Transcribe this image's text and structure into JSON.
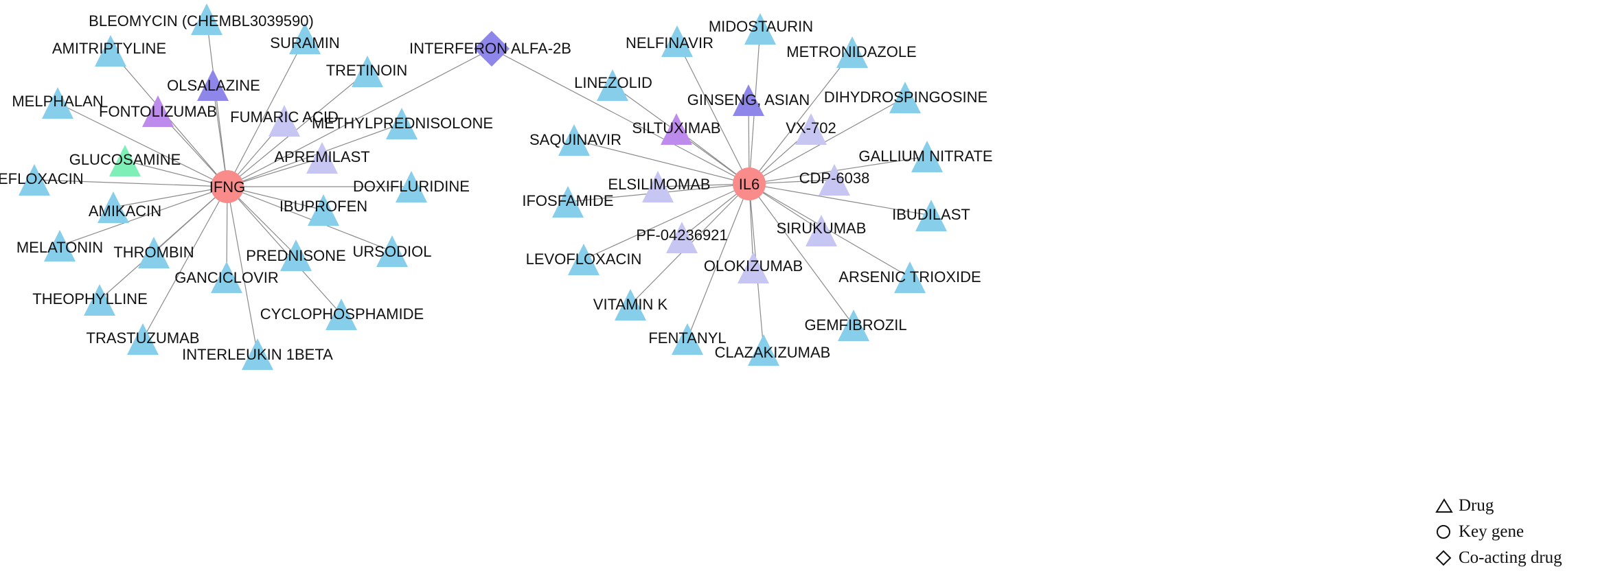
{
  "colors": {
    "drug": "#87CEEB",
    "drug_light_purple": "#C7C5F2",
    "drug_purple": "#8E86E8",
    "drug_violet": "#BD8BEB",
    "drug_green": "#7FEFB8",
    "co_acting": "#8E86E8",
    "gene": "#F98B8B",
    "edge": "#8a8a8a"
  },
  "hubs": [
    {
      "id": "IFNG",
      "label": "IFNG"
    },
    {
      "id": "IL6",
      "label": "IL6"
    }
  ],
  "co_acting": {
    "label": "INTERFERON ALFA-2B"
  },
  "drugs": [
    {
      "label": "BLEOMYCIN (CHEMBL3039590)",
      "color": "drug",
      "hub": "IFNG"
    },
    {
      "label": "AMITRIPTYLINE",
      "color": "drug",
      "hub": "IFNG"
    },
    {
      "label": "SURAMIN",
      "color": "drug",
      "hub": "IFNG"
    },
    {
      "label": "OLSALAZINE",
      "color": "drug_purple",
      "hub": "IFNG"
    },
    {
      "label": "TRETINOIN",
      "color": "drug",
      "hub": "IFNG"
    },
    {
      "label": "MELPHALAN",
      "color": "drug",
      "hub": "IFNG"
    },
    {
      "label": "FONTOLIZUMAB",
      "color": "drug_violet",
      "hub": "IFNG"
    },
    {
      "label": "FUMARIC ACID",
      "color": "drug_light_purple",
      "hub": "IFNG"
    },
    {
      "label": "METHYLPREDNISOLONE",
      "color": "drug",
      "hub": "IFNG"
    },
    {
      "label": "GLUCOSAMINE",
      "color": "drug_green",
      "hub": "IFNG"
    },
    {
      "label": "APREMILAST",
      "color": "drug_light_purple",
      "hub": "IFNG"
    },
    {
      "label": "PEFLOXACIN",
      "color": "drug",
      "hub": "IFNG"
    },
    {
      "label": "DOXIFLURIDINE",
      "color": "drug",
      "hub": "IFNG"
    },
    {
      "label": "AMIKACIN",
      "color": "drug",
      "hub": "IFNG"
    },
    {
      "label": "IBUPROFEN",
      "color": "drug",
      "hub": "IFNG"
    },
    {
      "label": "MELATONIN",
      "color": "drug",
      "hub": "IFNG"
    },
    {
      "label": "THROMBIN",
      "color": "drug",
      "hub": "IFNG"
    },
    {
      "label": "PREDNISONE",
      "color": "drug",
      "hub": "IFNG"
    },
    {
      "label": "URSODIOL",
      "color": "drug",
      "hub": "IFNG"
    },
    {
      "label": "GANCICLOVIR",
      "color": "drug",
      "hub": "IFNG"
    },
    {
      "label": "THEOPHYLLINE",
      "color": "drug",
      "hub": "IFNG"
    },
    {
      "label": "CYCLOPHOSPHAMIDE",
      "color": "drug",
      "hub": "IFNG"
    },
    {
      "label": "TRASTUZUMAB",
      "color": "drug",
      "hub": "IFNG"
    },
    {
      "label": "INTERLEUKIN 1BETA",
      "color": "drug",
      "hub": "IFNG"
    },
    {
      "label": "MIDOSTAURIN",
      "color": "drug",
      "hub": "IL6"
    },
    {
      "label": "NELFINAVIR",
      "color": "drug",
      "hub": "IL6"
    },
    {
      "label": "METRONIDAZOLE",
      "color": "drug",
      "hub": "IL6"
    },
    {
      "label": "LINEZOLID",
      "color": "drug",
      "hub": "IL6"
    },
    {
      "label": "GINSENG, ASIAN",
      "color": "drug_purple",
      "hub": "IL6"
    },
    {
      "label": "DIHYDROSPINGOSINE",
      "color": "drug",
      "hub": "IL6"
    },
    {
      "label": "SILTUXIMAB",
      "color": "drug_violet",
      "hub": "IL6"
    },
    {
      "label": "VX-702",
      "color": "drug_light_purple",
      "hub": "IL6"
    },
    {
      "label": "SAQUINAVIR",
      "color": "drug",
      "hub": "IL6"
    },
    {
      "label": "GALLIUM NITRATE",
      "color": "drug",
      "hub": "IL6"
    },
    {
      "label": "ELSILIMOMAB",
      "color": "drug_light_purple",
      "hub": "IL6"
    },
    {
      "label": "CDP-6038",
      "color": "drug_light_purple",
      "hub": "IL6"
    },
    {
      "label": "IFOSFAMIDE",
      "color": "drug",
      "hub": "IL6"
    },
    {
      "label": "IBUDILAST",
      "color": "drug",
      "hub": "IL6"
    },
    {
      "label": "SIRUKUMAB",
      "color": "drug_light_purple",
      "hub": "IL6"
    },
    {
      "label": "PF-04236921",
      "color": "drug_light_purple",
      "hub": "IL6"
    },
    {
      "label": "LEVOFLOXACIN",
      "color": "drug",
      "hub": "IL6"
    },
    {
      "label": "OLOKIZUMAB",
      "color": "drug_light_purple",
      "hub": "IL6"
    },
    {
      "label": "ARSENIC TRIOXIDE",
      "color": "drug",
      "hub": "IL6"
    },
    {
      "label": "VITAMIN K",
      "color": "drug",
      "hub": "IL6"
    },
    {
      "label": "GEMFIBROZIL",
      "color": "drug",
      "hub": "IL6"
    },
    {
      "label": "FENTANYL",
      "color": "drug",
      "hub": "IL6"
    },
    {
      "label": "CLAZAKIZUMAB",
      "color": "drug",
      "hub": "IL6"
    }
  ],
  "legend": {
    "drug": "Drug",
    "gene": "Key gene",
    "co_acting": "Co-acting drug"
  }
}
